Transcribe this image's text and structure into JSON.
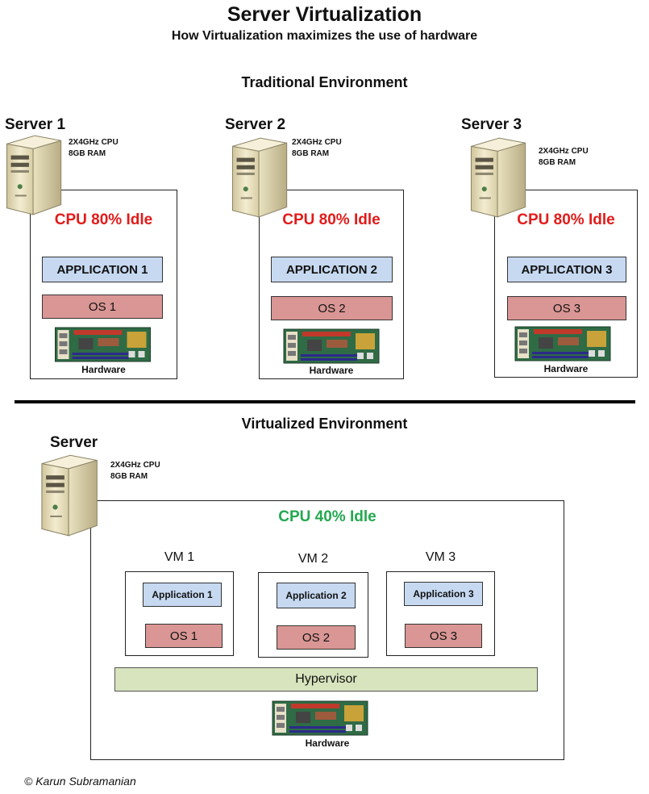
{
  "title": "Server Virtualization",
  "subtitle": "How Virtualization maximizes the use of hardware",
  "traditional": {
    "heading": "Traditional Environment",
    "servers": [
      {
        "name": "Server 1",
        "cpu_spec": "2X4GHz CPU",
        "ram_spec": "8GB RAM",
        "cpu_status": "CPU 80% Idle",
        "application": "APPLICATION 1",
        "os": "OS 1",
        "hardware": "Hardware"
      },
      {
        "name": "Server 2",
        "cpu_spec": "2X4GHz CPU",
        "ram_spec": "8GB RAM",
        "cpu_status": "CPU 80% Idle",
        "application": "APPLICATION 2",
        "os": "OS 2",
        "hardware": "Hardware"
      },
      {
        "name": "Server 3",
        "cpu_spec": "2X4GHz CPU",
        "ram_spec": "8GB RAM",
        "cpu_status": "CPU 80% Idle",
        "application": "APPLICATION 3",
        "os": "OS 3",
        "hardware": "Hardware"
      }
    ]
  },
  "virtualized": {
    "heading": "Virtualized Environment",
    "server_name": "Server",
    "cpu_spec": "2X4GHz CPU",
    "ram_spec": "8GB RAM",
    "cpu_status": "CPU 40% Idle",
    "vms": [
      {
        "label": "VM 1",
        "application": "Application 1",
        "os": "OS 1"
      },
      {
        "label": "VM 2",
        "application": "Application 2",
        "os": "OS 2"
      },
      {
        "label": "VM 3",
        "application": "Application 3",
        "os": "OS 3"
      }
    ],
    "hypervisor": "Hypervisor",
    "hardware": "Hardware"
  },
  "credit": "© Karun Subramanian",
  "colors": {
    "idle_red": "#e31a1a",
    "idle_green": "#24a84f",
    "application_fill": "#c6d9f1",
    "os_fill": "#d99694",
    "hypervisor_fill": "#d7e4bd"
  }
}
